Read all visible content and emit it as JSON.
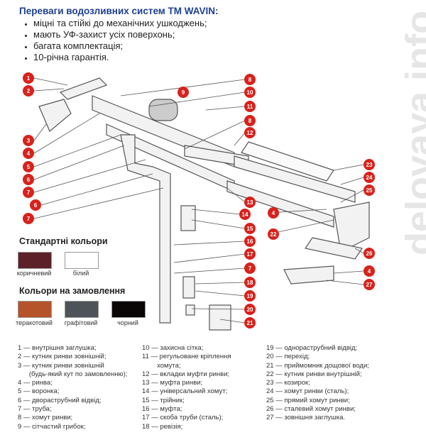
{
  "header": {
    "title": "Переваги водозливних систем TM WAVIN:",
    "bullets": [
      "міцні та стійкі до механічних ушкоджень;",
      "мають УФ-захист усіх поверхонь;",
      "багата комплектація;",
      "10-річна гарантія."
    ]
  },
  "markers": [
    "1",
    "2",
    "3",
    "4",
    "5",
    "6",
    "7",
    "6",
    "7",
    "8",
    "9",
    "10",
    "11",
    "8",
    "12",
    "13",
    "14",
    "15",
    "16",
    "17",
    "7",
    "18",
    "19",
    "20",
    "21",
    "4",
    "22",
    "23",
    "24",
    "25",
    "26",
    "4",
    "27"
  ],
  "standard_colors": {
    "title": "Стандартні кольори",
    "items": [
      {
        "label": "коричневий",
        "color": "#5c2128"
      },
      {
        "label": "білий",
        "color": "#ffffff"
      }
    ]
  },
  "custom_colors": {
    "title": "Кольори на замовлення",
    "items": [
      {
        "label": "теракотовий",
        "color": "#b5532a"
      },
      {
        "label": "графітовий",
        "color": "#4d5358"
      },
      {
        "label": "чорний",
        "color": "#0a0606"
      }
    ]
  },
  "legend": {
    "col1": [
      "1 — внутрішня заглушка;",
      "2 — кутник ринви зовнішній;",
      "3 — кутник ринви зовнішній",
      "      (будь-який кут по замовленню);",
      "4 — ринва;",
      "5 — воронка;",
      "6 — двораструбний відвід;",
      "7 — труба;",
      "8 — хомут ринви;",
      "9 — сітчастий грибок;"
    ],
    "col2": [
      "10 — захисна сітка;",
      "11 — регульоване кріплення",
      "        хомута;",
      "12 — вкладки муфти ринви;",
      "13 — муфта ринви;",
      "14 — універсальний хомут;",
      "15 — трійник;",
      "16 — муфта;",
      "17 — скоба труби (сталь);",
      "18 — ревізія;"
    ],
    "col3": [
      "19 — однораструбний відвід;",
      "20 — перехід;",
      "21 — приймомник дощової води;",
      "22 — кутник ринви внутрішній;",
      "23 — козирок;",
      "24 — хомут ринви (сталь);",
      "25 — прямий хомут ринви;",
      "26 — сталевий хомут ринви;",
      "27 — зовнішня заглушка."
    ]
  },
  "watermark": "delovaya.info"
}
